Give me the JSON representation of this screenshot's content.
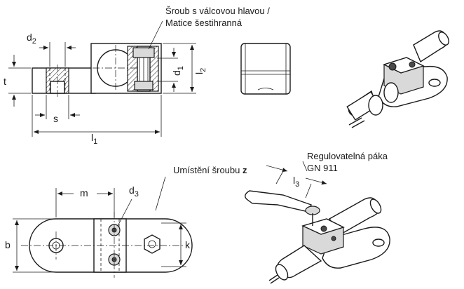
{
  "annotations": {
    "screw_nut_line1": "Šroub s válcovou hlavou /",
    "screw_nut_line2": "Matice šestihranná",
    "screw_position_prefix": "Umístění šroubu ",
    "screw_position_bold": "z",
    "lever_line1": "Regulovatelná páka",
    "lever_line2": "GN 911"
  },
  "dimensions": {
    "d2": {
      "main": "d",
      "sub": "2"
    },
    "t": "t",
    "s": "s",
    "l1": {
      "main": "l",
      "sub": "1"
    },
    "d1": {
      "main": "d",
      "sub": "1"
    },
    "l2": {
      "main": "l",
      "sub": "2"
    },
    "m": "m",
    "d3": {
      "main": "d",
      "sub": "3"
    },
    "b": "b",
    "k": "k",
    "l3": {
      "main": "l",
      "sub": "3"
    }
  }
}
